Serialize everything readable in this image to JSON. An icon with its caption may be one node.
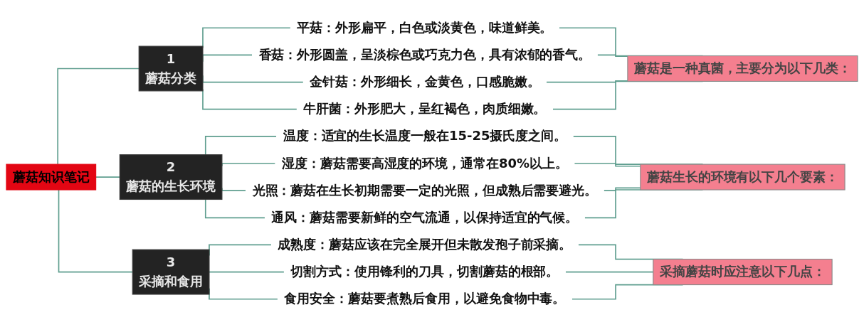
{
  "diagram": {
    "nodes": [
      {
        "text": [
          "蘑菇知识笔记"
        ]
      },
      {
        "text": [
          "1",
          "蘑菇分类"
        ]
      },
      {
        "text": [
          "平菇：外形扁平，白色或淡黄色，味道鲜美。"
        ]
      },
      {
        "text": [
          "香菇：外形圆盖，呈淡棕色或巧克力色，具有浓郁的香气。"
        ]
      },
      {
        "text": [
          "金针菇：外形细长，金黄色，口感脆嫩。"
        ]
      },
      {
        "text": [
          "牛肝菌：外形肥大，呈红褐色，肉质细嫩。"
        ]
      },
      {
        "text": [
          "蘑菇是一种真菌，主要分为以下几类："
        ]
      },
      {
        "text": [
          "2",
          "蘑菇的生长环境"
        ]
      },
      {
        "text": [
          "温度：适宜的生长温度一般在15-25摄氏度之间。"
        ]
      },
      {
        "text": [
          "湿度：蘑菇需要高湿度的环境，通常在80%以上。"
        ]
      },
      {
        "text": [
          "光照：蘑菇在生长初期需要一定的光照，但成熟后需要避光。"
        ]
      },
      {
        "text": [
          "通风：蘑菇需要新鲜的空气流通，以保持适宜的气候。"
        ]
      },
      {
        "text": [
          "蘑菇生长的环境有以下几个要素："
        ]
      },
      {
        "text": [
          "3",
          "采摘和食用"
        ]
      },
      {
        "text": [
          "成熟度：蘑菇应该在完全展开但未散发孢子前采摘。"
        ]
      },
      {
        "text": [
          "切割方式：使用锋利的刀具，切割蘑菇的根部。"
        ]
      },
      {
        "text": [
          "食用安全：蘑菇要煮熟后食用，以避免食物中毒。"
        ]
      },
      {
        "text": [
          "采摘蘑菇时应注意以下几点："
        ]
      }
    ],
    "edges": [
      {
        "from": 0,
        "to": 1,
        "arrow": "none"
      },
      {
        "from": 1,
        "to": 2,
        "arrow": "none"
      },
      {
        "from": 1,
        "to": 3,
        "arrow": "none"
      },
      {
        "from": 1,
        "to": 4,
        "arrow": "none"
      },
      {
        "from": 1,
        "to": 5,
        "arrow": "none"
      },
      {
        "from": 2,
        "to": 6,
        "arrow": "none"
      },
      {
        "from": 3,
        "to": 6,
        "arrow": "none"
      },
      {
        "from": 4,
        "to": 6,
        "arrow": "none"
      },
      {
        "from": 5,
        "to": 6,
        "arrow": "none"
      },
      {
        "from": 0,
        "to": 7,
        "arrow": "none"
      },
      {
        "from": 7,
        "to": 8,
        "arrow": "none"
      },
      {
        "from": 7,
        "to": 9,
        "arrow": "none"
      },
      {
        "from": 7,
        "to": 10,
        "arrow": "none"
      },
      {
        "from": 7,
        "to": 11,
        "arrow": "none"
      },
      {
        "from": 8,
        "to": 12,
        "arrow": "none"
      },
      {
        "from": 9,
        "to": 12,
        "arrow": "none"
      },
      {
        "from": 10,
        "to": 12,
        "arrow": "none"
      },
      {
        "from": 11,
        "to": 12,
        "arrow": "none"
      },
      {
        "from": 0,
        "to": 13,
        "arrow": "none"
      },
      {
        "from": 13,
        "to": 14,
        "arrow": "none"
      },
      {
        "from": 13,
        "to": 15,
        "arrow": "none"
      },
      {
        "from": 13,
        "to": 16,
        "arrow": "none"
      },
      {
        "from": 14,
        "to": 17,
        "arrow": "none"
      },
      {
        "from": 15,
        "to": 17,
        "arrow": "none"
      },
      {
        "from": 16,
        "to": 17,
        "arrow": "none"
      }
    ]
  }
}
